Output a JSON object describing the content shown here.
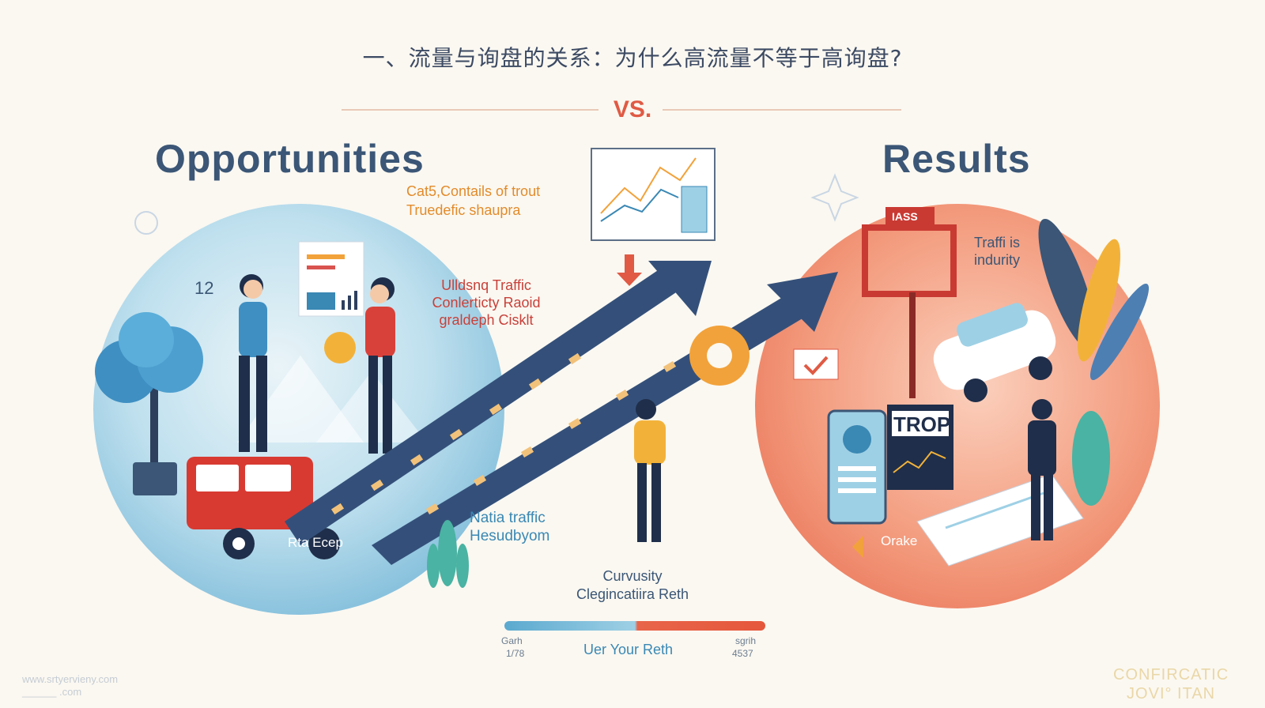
{
  "title": "一、流量与询盘的关系：为什么高流量不等于高询盘?",
  "vs": "VS.",
  "left_heading": "Opportunities",
  "right_heading": "Results",
  "labels": {
    "top_orange_1": "Cat5,Contails of trout",
    "top_orange_2": "Truedefic shaupra",
    "mid_red_1": "Ulldsnq Traffic",
    "mid_red_2": "Conlerticty Raoid",
    "mid_red_3": "graldeph Cisklt",
    "blue_1": "Natia traffic",
    "blue_2": "Hesudbyom",
    "bottom_1": "Curvusity",
    "bottom_2": "Clegincatiira Reth",
    "truck_label": "Rta Ecep",
    "right_1": "Traffi is",
    "right_2": "indurity",
    "trop": "TROP",
    "orake": "Orake",
    "sign": "IASS",
    "num_left": "12"
  },
  "scale": {
    "left_top": "Garh",
    "left_bottom": "1/78",
    "center": "Uer Your Reth",
    "right_top": "sgrih",
    "right_bottom": "4537"
  },
  "footer": {
    "left_1": "www.srtyervieny.com",
    "left_2": "______ .com",
    "right_1": "CONFIRCATIC",
    "right_2": "JOVI° ITAN"
  },
  "colors": {
    "blue": "#5ba8cf",
    "coral": "#e6654b",
    "navy": "#3b5676",
    "accent_red": "#e05a44",
    "orange": "#f2a23a"
  }
}
